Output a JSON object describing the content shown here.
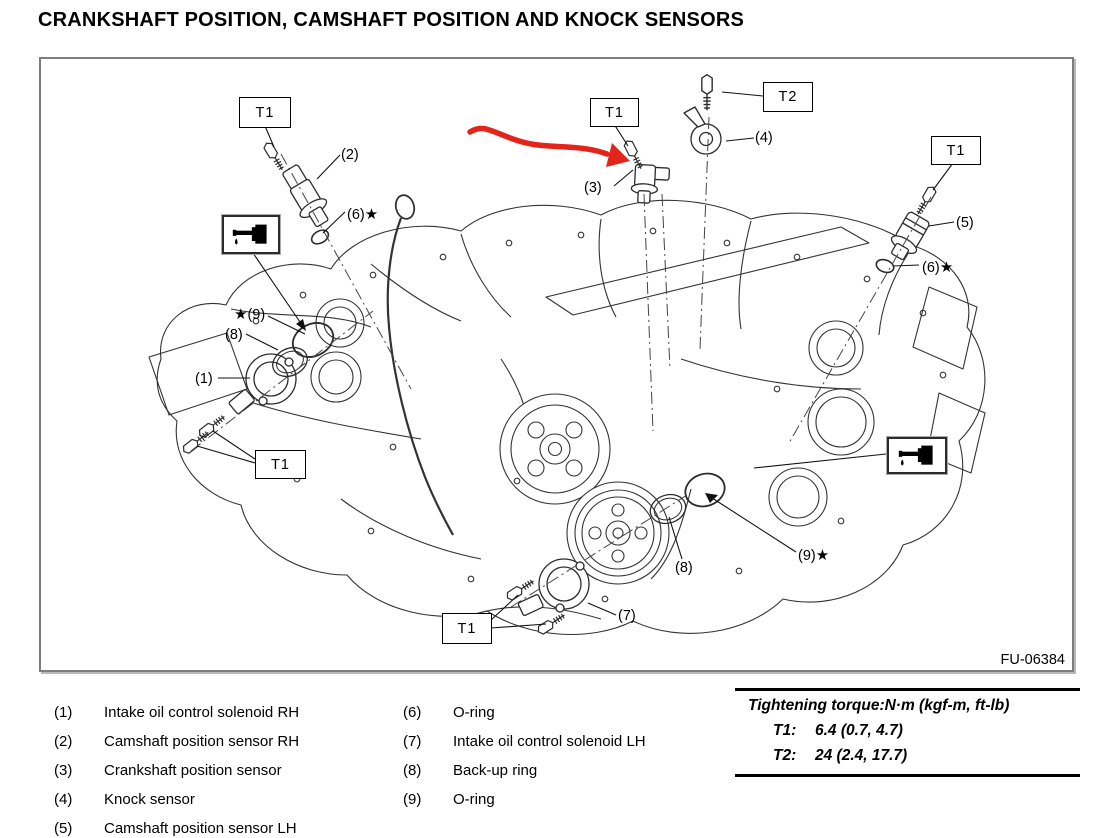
{
  "title": "CRANKSHAFT POSITION, CAMSHAFT POSITION AND KNOCK SENSORS",
  "diagram": {
    "figure_code": "FU-06384",
    "star": "★",
    "torque_callouts": {
      "t1": "T1",
      "t2": "T2"
    },
    "part_refs": {
      "p1": "(1)",
      "p2": "(2)",
      "p3": "(3)",
      "p4": "(4)",
      "p5": "(5)",
      "p6": "(6)",
      "p7": "(7)",
      "p8": "(8)",
      "p9": "(9)"
    }
  },
  "legend": {
    "col1": [
      {
        "num": "(1)",
        "label": "Intake oil control solenoid RH"
      },
      {
        "num": "(2)",
        "label": "Camshaft position sensor RH"
      },
      {
        "num": "(3)",
        "label": "Crankshaft position sensor"
      },
      {
        "num": "(4)",
        "label": "Knock sensor"
      },
      {
        "num": "(5)",
        "label": "Camshaft position sensor LH"
      }
    ],
    "col2": [
      {
        "num": "(6)",
        "label": "O-ring"
      },
      {
        "num": "(7)",
        "label": "Intake oil control solenoid LH"
      },
      {
        "num": "(8)",
        "label": "Back-up ring"
      },
      {
        "num": "(9)",
        "label": "O-ring"
      }
    ]
  },
  "torque_table": {
    "header": "Tightening torque:N·m (kgf-m, ft-lb)",
    "rows": [
      {
        "id": "T1:",
        "value": "6.4 (0.7, 4.7)"
      },
      {
        "id": "T2:",
        "value": "24 (2.4, 17.7)"
      }
    ]
  },
  "colors": {
    "annotation_red": "#e3241b"
  }
}
